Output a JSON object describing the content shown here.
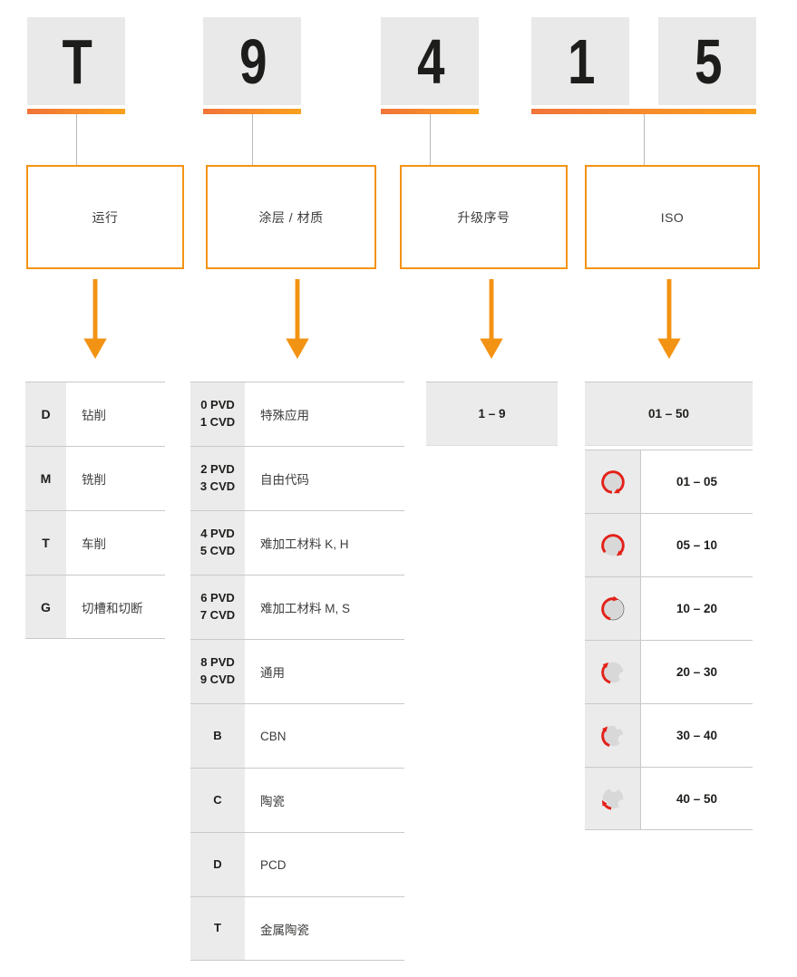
{
  "code": {
    "chars": [
      "T",
      "9",
      "4",
      "1",
      "5"
    ]
  },
  "labels": {
    "operation": "运行",
    "coating": "涂层 / 材质",
    "upgrade": "升级序号",
    "iso": "ISO"
  },
  "tables": {
    "operation": {
      "rows": [
        {
          "key": "D",
          "text": "钻削"
        },
        {
          "key": "M",
          "text": "铣削"
        },
        {
          "key": "T",
          "text": "车削"
        },
        {
          "key": "G",
          "text": "切槽和切断"
        }
      ]
    },
    "coating": {
      "rows": [
        {
          "key": "0 PVD\n1 CVD",
          "text": "特殊应用"
        },
        {
          "key": "2 PVD\n3 CVD",
          "text": "自由代码"
        },
        {
          "key": "4 PVD\n5 CVD",
          "text": "难加工材料 K, H"
        },
        {
          "key": "6 PVD\n7 CVD",
          "text": "难加工材料 M, S"
        },
        {
          "key": "8 PVD\n9 CVD",
          "text": "通用"
        },
        {
          "key": "B",
          "text": "CBN"
        },
        {
          "key": "C",
          "text": "陶瓷"
        },
        {
          "key": "D",
          "text": "PCD"
        },
        {
          "key": "T",
          "text": "金属陶瓷"
        }
      ]
    },
    "upgrade": {
      "range": "1 – 9"
    },
    "iso": {
      "header": "01 – 50",
      "rows": [
        {
          "icon": "full-circle-arrow-icon",
          "range": "01 – 05"
        },
        {
          "icon": "three-quarter-circle-arrow-icon",
          "range": "05 – 10"
        },
        {
          "icon": "half-circle-arrow-outline-icon",
          "range": "10 – 20"
        },
        {
          "icon": "quarter-arrow-notched-disc-icon",
          "range": "20 – 30"
        },
        {
          "icon": "quarter-arrow-worn-disc-icon",
          "range": "30 – 40"
        },
        {
          "icon": "small-arrow-heavily-worn-disc-icon",
          "range": "40 – 50"
        }
      ]
    }
  },
  "colors": {
    "accent": "#f39314",
    "bar-left": "#f2743a",
    "bar-right": "#f9a11d",
    "red": "#e32119",
    "box-gray": "#e9e9e9",
    "cell-gray": "#ebebeb",
    "disc-gray": "#d8d8d8",
    "line": "#c9c9c9",
    "ink": "#1d1d1b",
    "text": "#3c3c3b",
    "conn": "#b9b9b9"
  }
}
